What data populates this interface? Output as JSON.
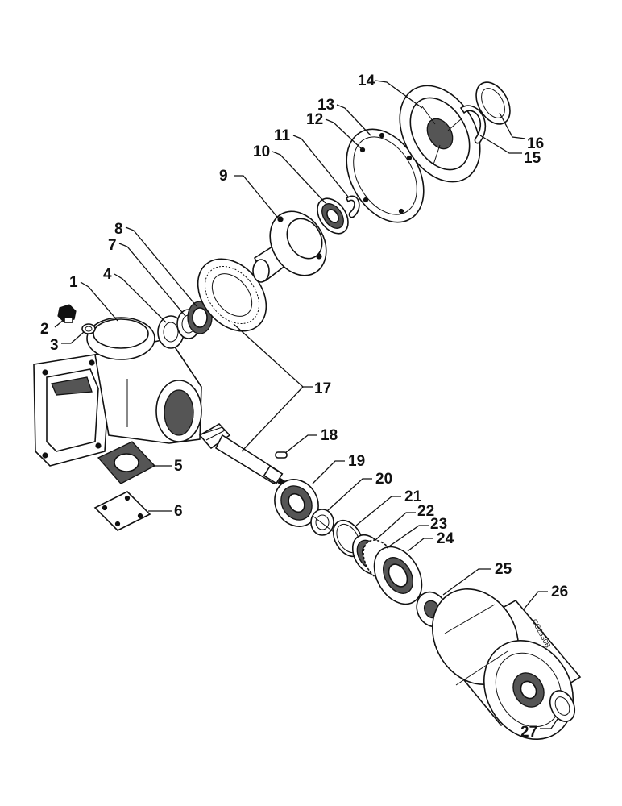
{
  "callouts": [
    {
      "num": "1",
      "part": "housing"
    },
    {
      "num": "2",
      "part": "breather-plug"
    },
    {
      "num": "3",
      "part": "washer"
    },
    {
      "num": "4",
      "part": "bearing-cone"
    },
    {
      "num": "5",
      "part": "gasket"
    },
    {
      "num": "6",
      "part": "cover-plate"
    },
    {
      "num": "7",
      "part": "bearing-cup"
    },
    {
      "num": "8",
      "part": "bearing"
    },
    {
      "num": "9",
      "part": "hub-shaft"
    },
    {
      "num": "10",
      "part": "ball-bearing"
    },
    {
      "num": "11",
      "part": "snap-ring"
    },
    {
      "num": "12",
      "part": "gasket-ring"
    },
    {
      "num": "13",
      "part": "seal"
    },
    {
      "num": "14",
      "part": "bearing-cap"
    },
    {
      "num": "15",
      "part": "circlip"
    },
    {
      "num": "16",
      "part": "end-cap"
    },
    {
      "num": "17",
      "part": "ring-and-pinion-gear"
    },
    {
      "num": "18",
      "part": "key"
    },
    {
      "num": "19",
      "part": "roller-bearing"
    },
    {
      "num": "20",
      "part": "spacer"
    },
    {
      "num": "21",
      "part": "snap-ring"
    },
    {
      "num": "22",
      "part": "bearing"
    },
    {
      "num": "23",
      "part": "lock-ring"
    },
    {
      "num": "24",
      "part": "retainer"
    },
    {
      "num": "25",
      "part": "seal"
    },
    {
      "num": "26",
      "part": "pulley"
    },
    {
      "num": "27",
      "part": "washer"
    }
  ],
  "stamp_text": "CC2330B"
}
